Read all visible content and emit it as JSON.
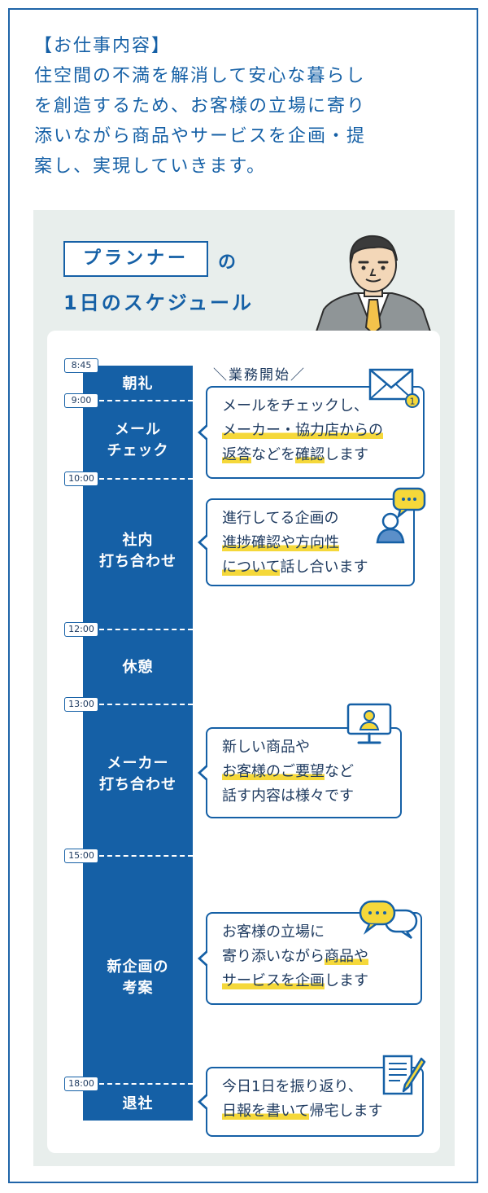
{
  "intro": {
    "heading": "【お仕事内容】",
    "lines": [
      "住空間の不満を解消して安心な暮らし",
      "を創造するため、お客様の立場に寄り",
      "添いながら商品やサービスを企画・提",
      "案し、実現していきます。"
    ]
  },
  "title": {
    "role": "プランナー",
    "no": "の",
    "line2": "1日のスケジュール"
  },
  "times": [
    "8:45",
    "9:00",
    "10:00",
    "12:00",
    "13:00",
    "15:00",
    "18:00"
  ],
  "timeline": {
    "chorei": "朝礼",
    "mail_1": "メール",
    "mail_2": "チェック",
    "shanai_1": "社内",
    "shanai_2": "打ち合わせ",
    "kyukei": "休憩",
    "maker_1": "メーカー",
    "maker_2": "打ち合わせ",
    "kikaku_1": "新企画の",
    "kikaku_2": "考案",
    "taisha": "退社"
  },
  "start_label": "業務開始",
  "bubbles": {
    "mail": {
      "l1": "メールをチェックし、",
      "l2": "メーカー・協力店からの",
      "l3a": "返答",
      "l3b": "などを",
      "l3c": "確認",
      "l3d": "します",
      "badge": "1"
    },
    "shanai": {
      "l1": "進行してる企画の",
      "l2a": "進捗確認や方向性",
      "l3a": "について",
      "l3b": "話し合います"
    },
    "maker": {
      "l1": "新しい商品や",
      "l2a": "お客様のご要望",
      "l2b": "など",
      "l3": "話す内容は様々です"
    },
    "kikaku": {
      "l1": "お客様の立場に",
      "l2a": "寄り添いながら",
      "l2b": "商品や",
      "l3a": "サービスを企画",
      "l3b": "します"
    },
    "taisha": {
      "l1": "今日1日を振り返り、",
      "l2a": "日報を書いて",
      "l2b": "帰宅します"
    }
  },
  "icons": [
    "businessman-illustration",
    "envelope-icon",
    "chat-person-icon",
    "video-call-icon",
    "speech-bubbles-icon",
    "document-pen-icon"
  ],
  "colors": {
    "primary": "#1560a6",
    "panel": "#e8eeec",
    "highlight": "#f5d83a"
  }
}
